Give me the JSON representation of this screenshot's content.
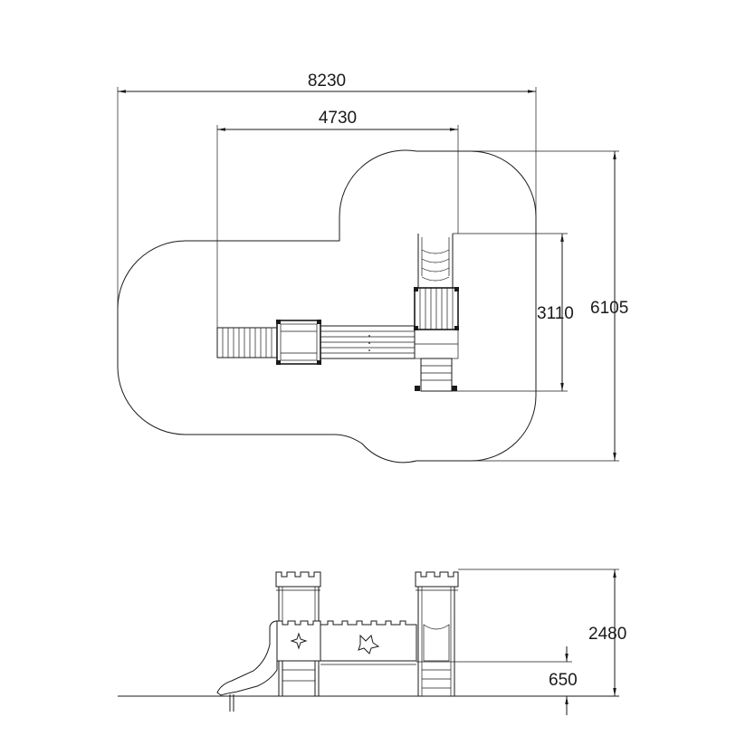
{
  "dimensions": {
    "overall_width": "8230",
    "structure_width": "4730",
    "overall_depth": "6105",
    "structure_depth": "3110",
    "overall_height": "2480",
    "platform_height": "650"
  }
}
